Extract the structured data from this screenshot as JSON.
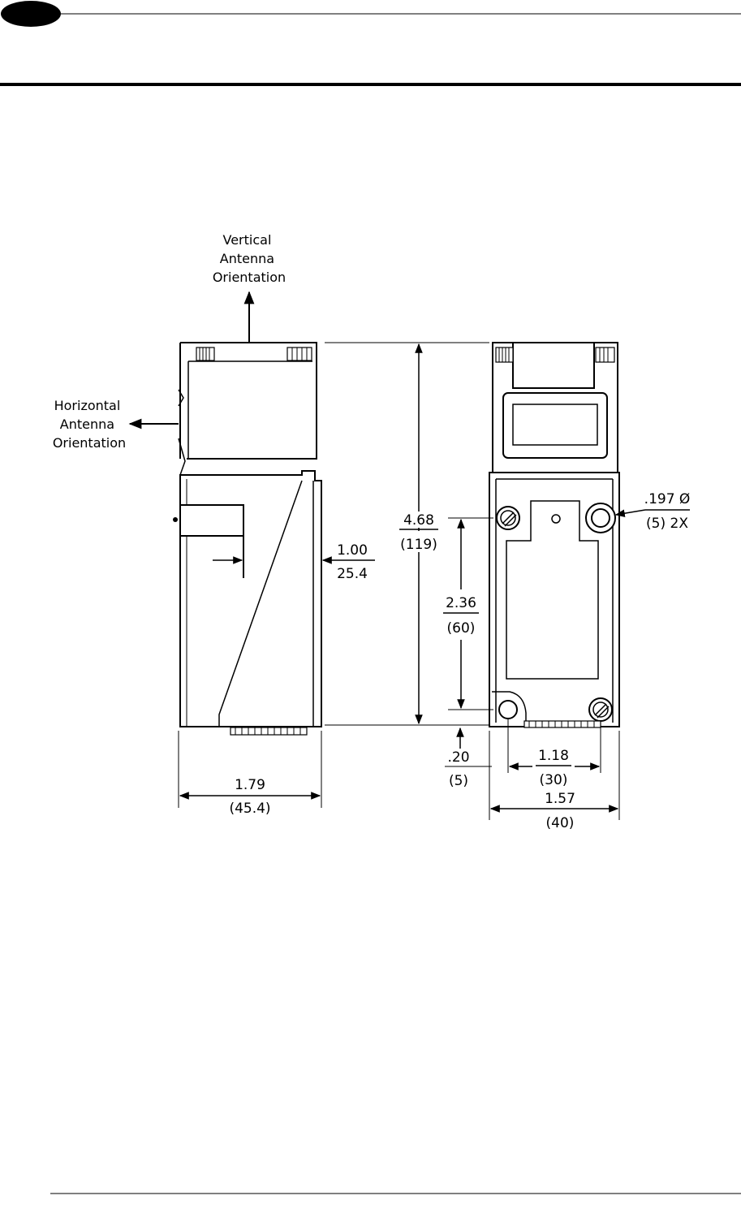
{
  "labels": {
    "vertical_antenna": [
      "Vertical",
      "Antenna",
      "Orientation"
    ],
    "horizontal_antenna": [
      "Horizontal",
      "Antenna",
      "Orientation"
    ]
  },
  "dimensions": {
    "offset_1": {
      "top": "1.00",
      "bottom": "25.4"
    },
    "height": {
      "top": "4.68",
      "bottom": "(119)"
    },
    "hole_spacing_v": {
      "top": "2.36",
      "bottom": "(60)"
    },
    "hole_diameter": {
      "top": ".197 Ø",
      "bottom": "(5) 2X"
    },
    "hole_offset": {
      "top": ".20",
      "bottom": "(5)"
    },
    "hole_spacing_h": {
      "top": "1.18",
      "bottom": "(30)"
    },
    "width_front": {
      "top": "1.57",
      "bottom": "(40)"
    },
    "width_side": {
      "top": "1.79",
      "bottom": "(45.4)"
    }
  }
}
